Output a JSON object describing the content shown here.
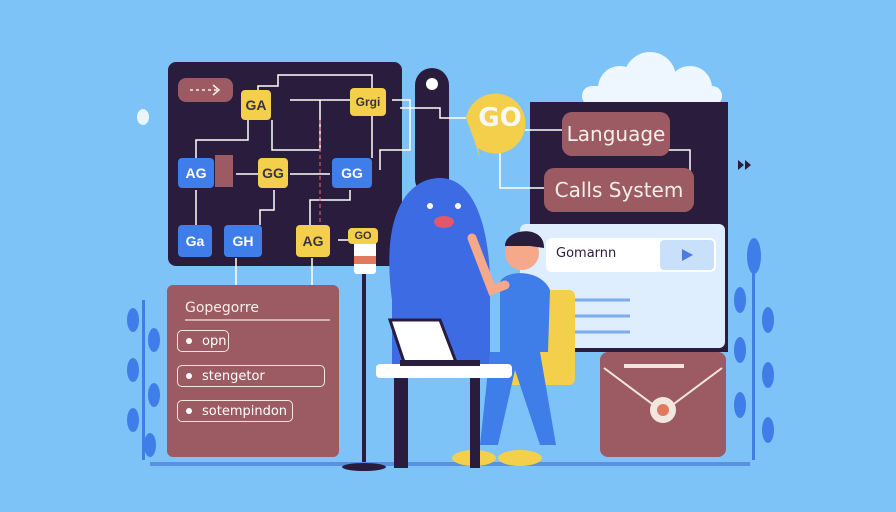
{
  "diagram": {
    "nodes": {
      "ga_top": "GA",
      "grgi": "Grgi",
      "ag_left": "AG",
      "gg_mid": "GG",
      "gg_right": "GG",
      "ga_bottom": "Ga",
      "gh": "GH",
      "ag_bottom": "AG",
      "go_cup": "GO"
    }
  },
  "bubble": {
    "go": "GO"
  },
  "plaques": {
    "language": "Language",
    "calls_system": "Calls System"
  },
  "side_card": {
    "title": "Gomarnn"
  },
  "panel": {
    "title": "Gopegorre",
    "options": [
      "opn",
      "stengetor",
      "sotempindon"
    ]
  },
  "colors": {
    "background": "#7ec3f7",
    "dark_panel": "#2a1c3c",
    "brown": "#9c5a63",
    "blue_node": "#3f7ee8",
    "yellow_node": "#f3cf4b",
    "mascot": "#3d6be4"
  }
}
